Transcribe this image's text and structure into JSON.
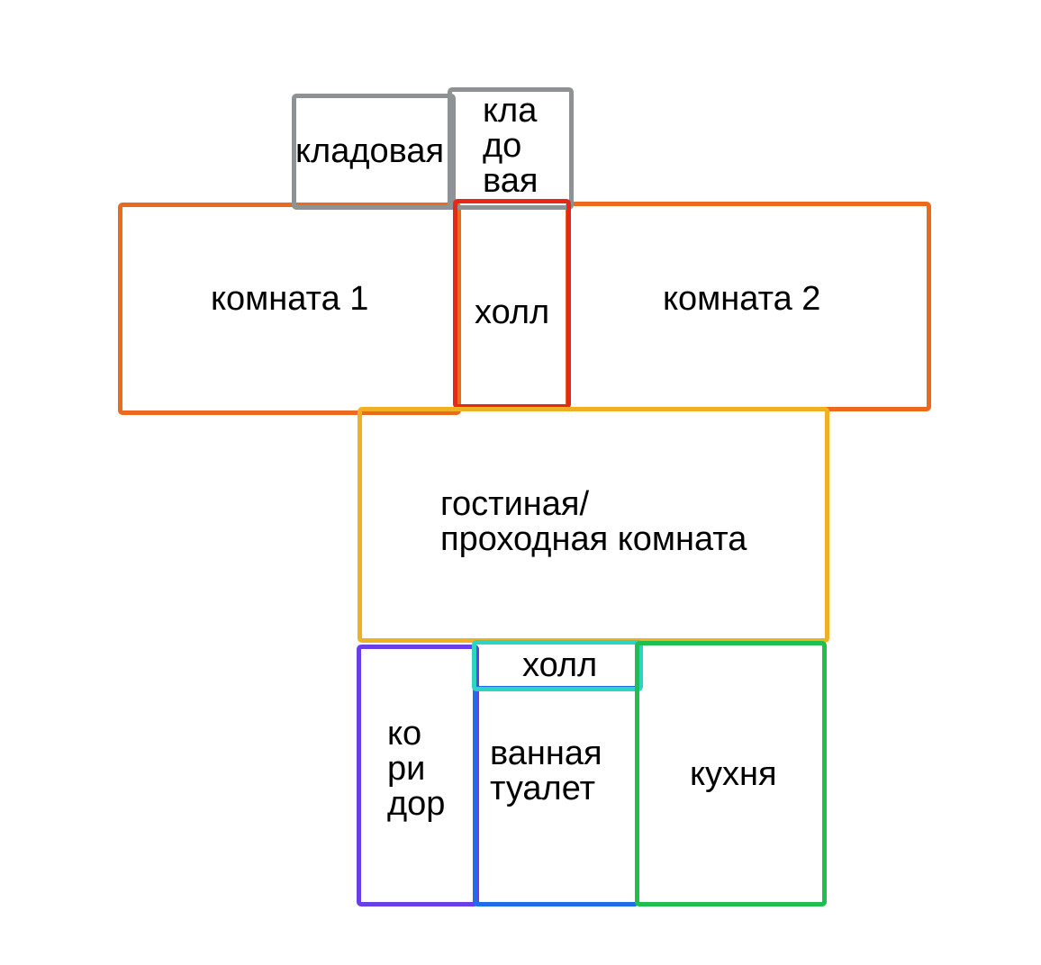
{
  "colors": {
    "storage": "#8f9294",
    "room": "#ec6a1e",
    "hall_top": "#e8261a",
    "living": "#efb024",
    "corridor": "#6a3fe8",
    "hall_bottom": "#2ed4c2",
    "bathroom": "#1c6fe8",
    "kitchen": "#1fbf4f"
  },
  "rooms": {
    "storage_1": {
      "label": "кладовая"
    },
    "storage_2": {
      "lines": [
        "кла",
        "до",
        "вая"
      ]
    },
    "room_1": {
      "label": "комната 1"
    },
    "hall_top": {
      "label": "холл"
    },
    "room_2": {
      "label": "комната 2"
    },
    "living_room": {
      "lines": [
        "гостиная/",
        "проходная комната"
      ]
    },
    "corridor": {
      "lines": [
        "ко",
        "ри",
        "дор"
      ]
    },
    "hall_bottom": {
      "label": "холл"
    },
    "bathroom": {
      "lines": [
        "ванная",
        "туалет"
      ]
    },
    "kitchen": {
      "label": "кухня"
    }
  }
}
